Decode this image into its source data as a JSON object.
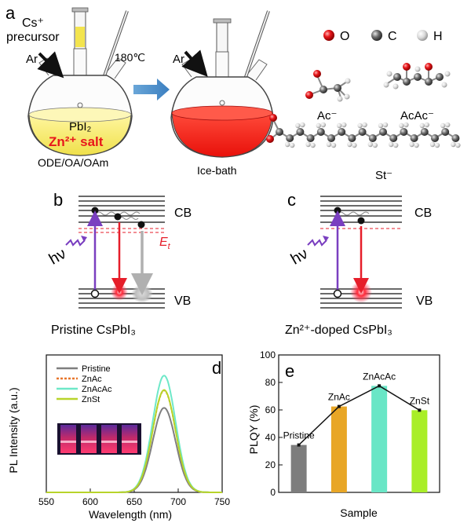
{
  "panels": {
    "a": {
      "letter": "a",
      "precursor": "Cs⁺ precursor",
      "precursor_line1": "Cs⁺",
      "precursor_line2": "precursor",
      "ar1": "Ar",
      "ar2": "Ar",
      "temp": "180℃",
      "pbi2": "PbI₂",
      "zn_salt": "Zn²⁺ salt",
      "solvents": "ODE/OA/OAm",
      "ice_bath": "Ice-bath",
      "legend": [
        {
          "symbol": "O",
          "color": "#e8171b"
        },
        {
          "symbol": "C",
          "color": "#6e6e6e"
        },
        {
          "symbol": "H",
          "color": "#d9d9d9"
        }
      ],
      "ligands": {
        "ac": "Ac⁻",
        "acac": "AcAc⁻",
        "st": "St⁻"
      }
    },
    "b": {
      "letter": "b",
      "cb": "CB",
      "vb": "VB",
      "et": "E",
      "et_sub": "t",
      "hv": "hν",
      "caption": "Pristine CsPbI₃"
    },
    "c": {
      "letter": "c",
      "cb": "CB",
      "vb": "VB",
      "hv": "hν",
      "caption": "Zn²⁺-doped CsPbI₃"
    }
  },
  "chart_data": [
    {
      "id": "d",
      "type": "line",
      "letter": "d",
      "xlabel": "Wavelength (nm)",
      "ylabel": "PL Intensity (a.u.)",
      "xlim": [
        550,
        750
      ],
      "xticks": [
        550,
        600,
        650,
        700,
        750
      ],
      "ylim": [
        0,
        1
      ],
      "peak_center": 684,
      "peak_sigma": 13,
      "series": [
        {
          "name": "Pristine",
          "peak": 0.615,
          "color": "#7f7f7f",
          "style": "solid"
        },
        {
          "name": "ZnAc",
          "peak": 0.742,
          "color": "#e8762b",
          "style": "dashed"
        },
        {
          "name": "ZnAcAc",
          "peak": 0.85,
          "color": "#6ee8c8",
          "style": "solid"
        },
        {
          "name": "ZnSt",
          "peak": 0.745,
          "color": "#b8d42a",
          "style": "solid"
        }
      ]
    },
    {
      "id": "e",
      "type": "bar",
      "letter": "e",
      "xlabel": "Sample",
      "ylabel": "PLQY (%)",
      "ylim": [
        0,
        100
      ],
      "yticks": [
        0,
        20,
        40,
        60,
        80,
        100
      ],
      "categories": [
        "Pristine",
        "ZnAc",
        "ZnAcAc",
        "ZnSt"
      ],
      "values": [
        34.5,
        62.5,
        77.5,
        59.8
      ],
      "colors": [
        "#7d7d7d",
        "#e8a626",
        "#69e6c6",
        "#a9ee28"
      ]
    }
  ]
}
